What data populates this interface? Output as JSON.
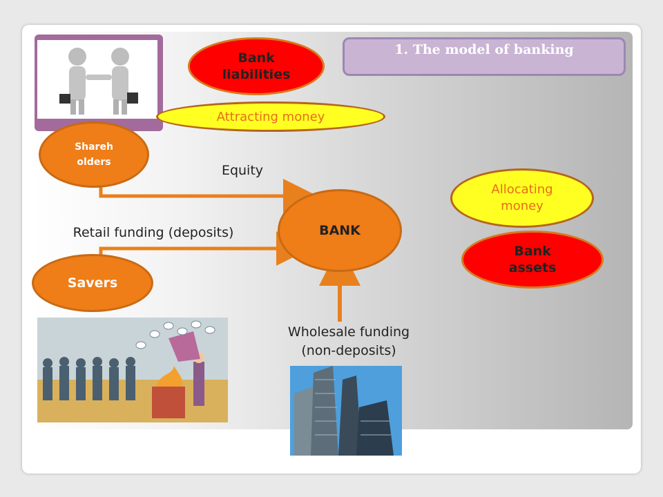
{
  "slide": {
    "title": "1. The model of banking"
  },
  "nodes": {
    "bank_liabilities": "Bank\nliabilities",
    "attracting_money": "Attracting money",
    "shareholders": "Shareh\nolders",
    "savers": "Savers",
    "bank": "BANK",
    "allocating_money": "Allocating\nmoney",
    "bank_assets": "Bank\nassets"
  },
  "labels": {
    "equity": "Equity",
    "retail_funding": "Retail funding (deposits)",
    "wholesale_funding": "Wholesale funding\n(non-deposits)"
  },
  "colors": {
    "liabilities_assets": "#ff0000",
    "money_ovals": "#ffff22",
    "actors": "#ef7d18",
    "arrow": "#e8801e",
    "title_box": "#c9b4d4"
  }
}
